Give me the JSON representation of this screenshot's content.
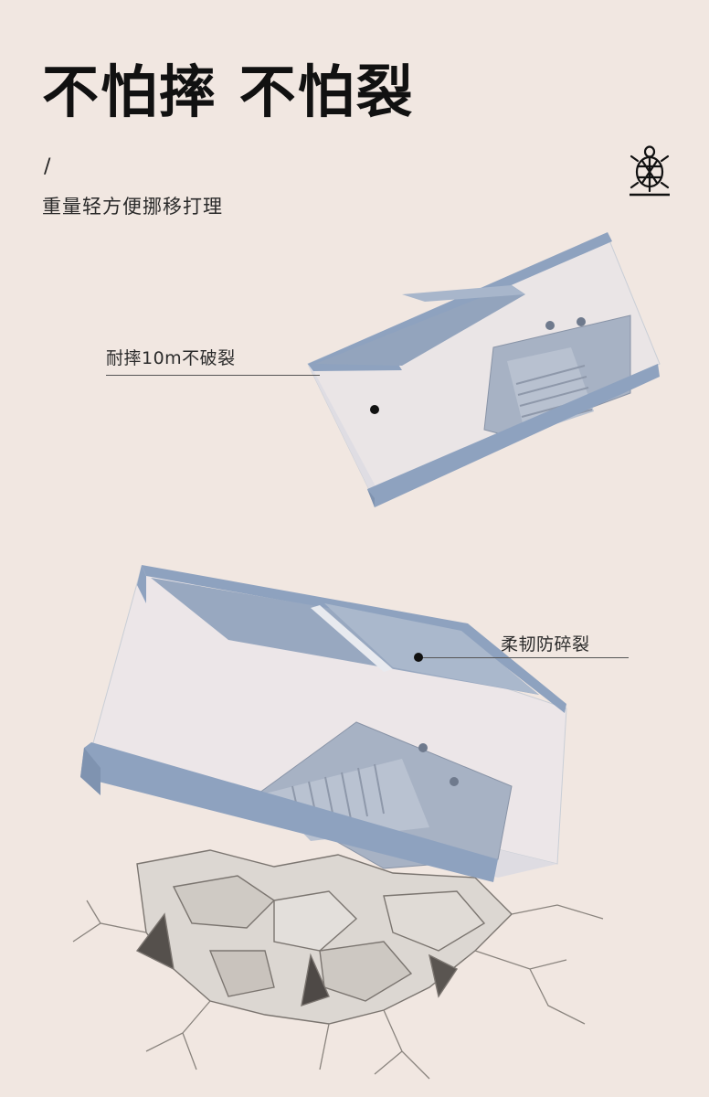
{
  "headline": "不怕摔 不怕裂",
  "divider_mark": "/",
  "subtitle": "重量轻方便挪移打理",
  "icons": {
    "brand": "turtle-icon"
  },
  "callouts": [
    {
      "text": "耐摔10m不破裂"
    },
    {
      "text": "柔韧防碎裂"
    }
  ],
  "colors": {
    "background": "#f1e7e1",
    "frame": "#8ea2bf",
    "ramp": "#a9b4c6",
    "rubble": "#d6d1cc"
  }
}
